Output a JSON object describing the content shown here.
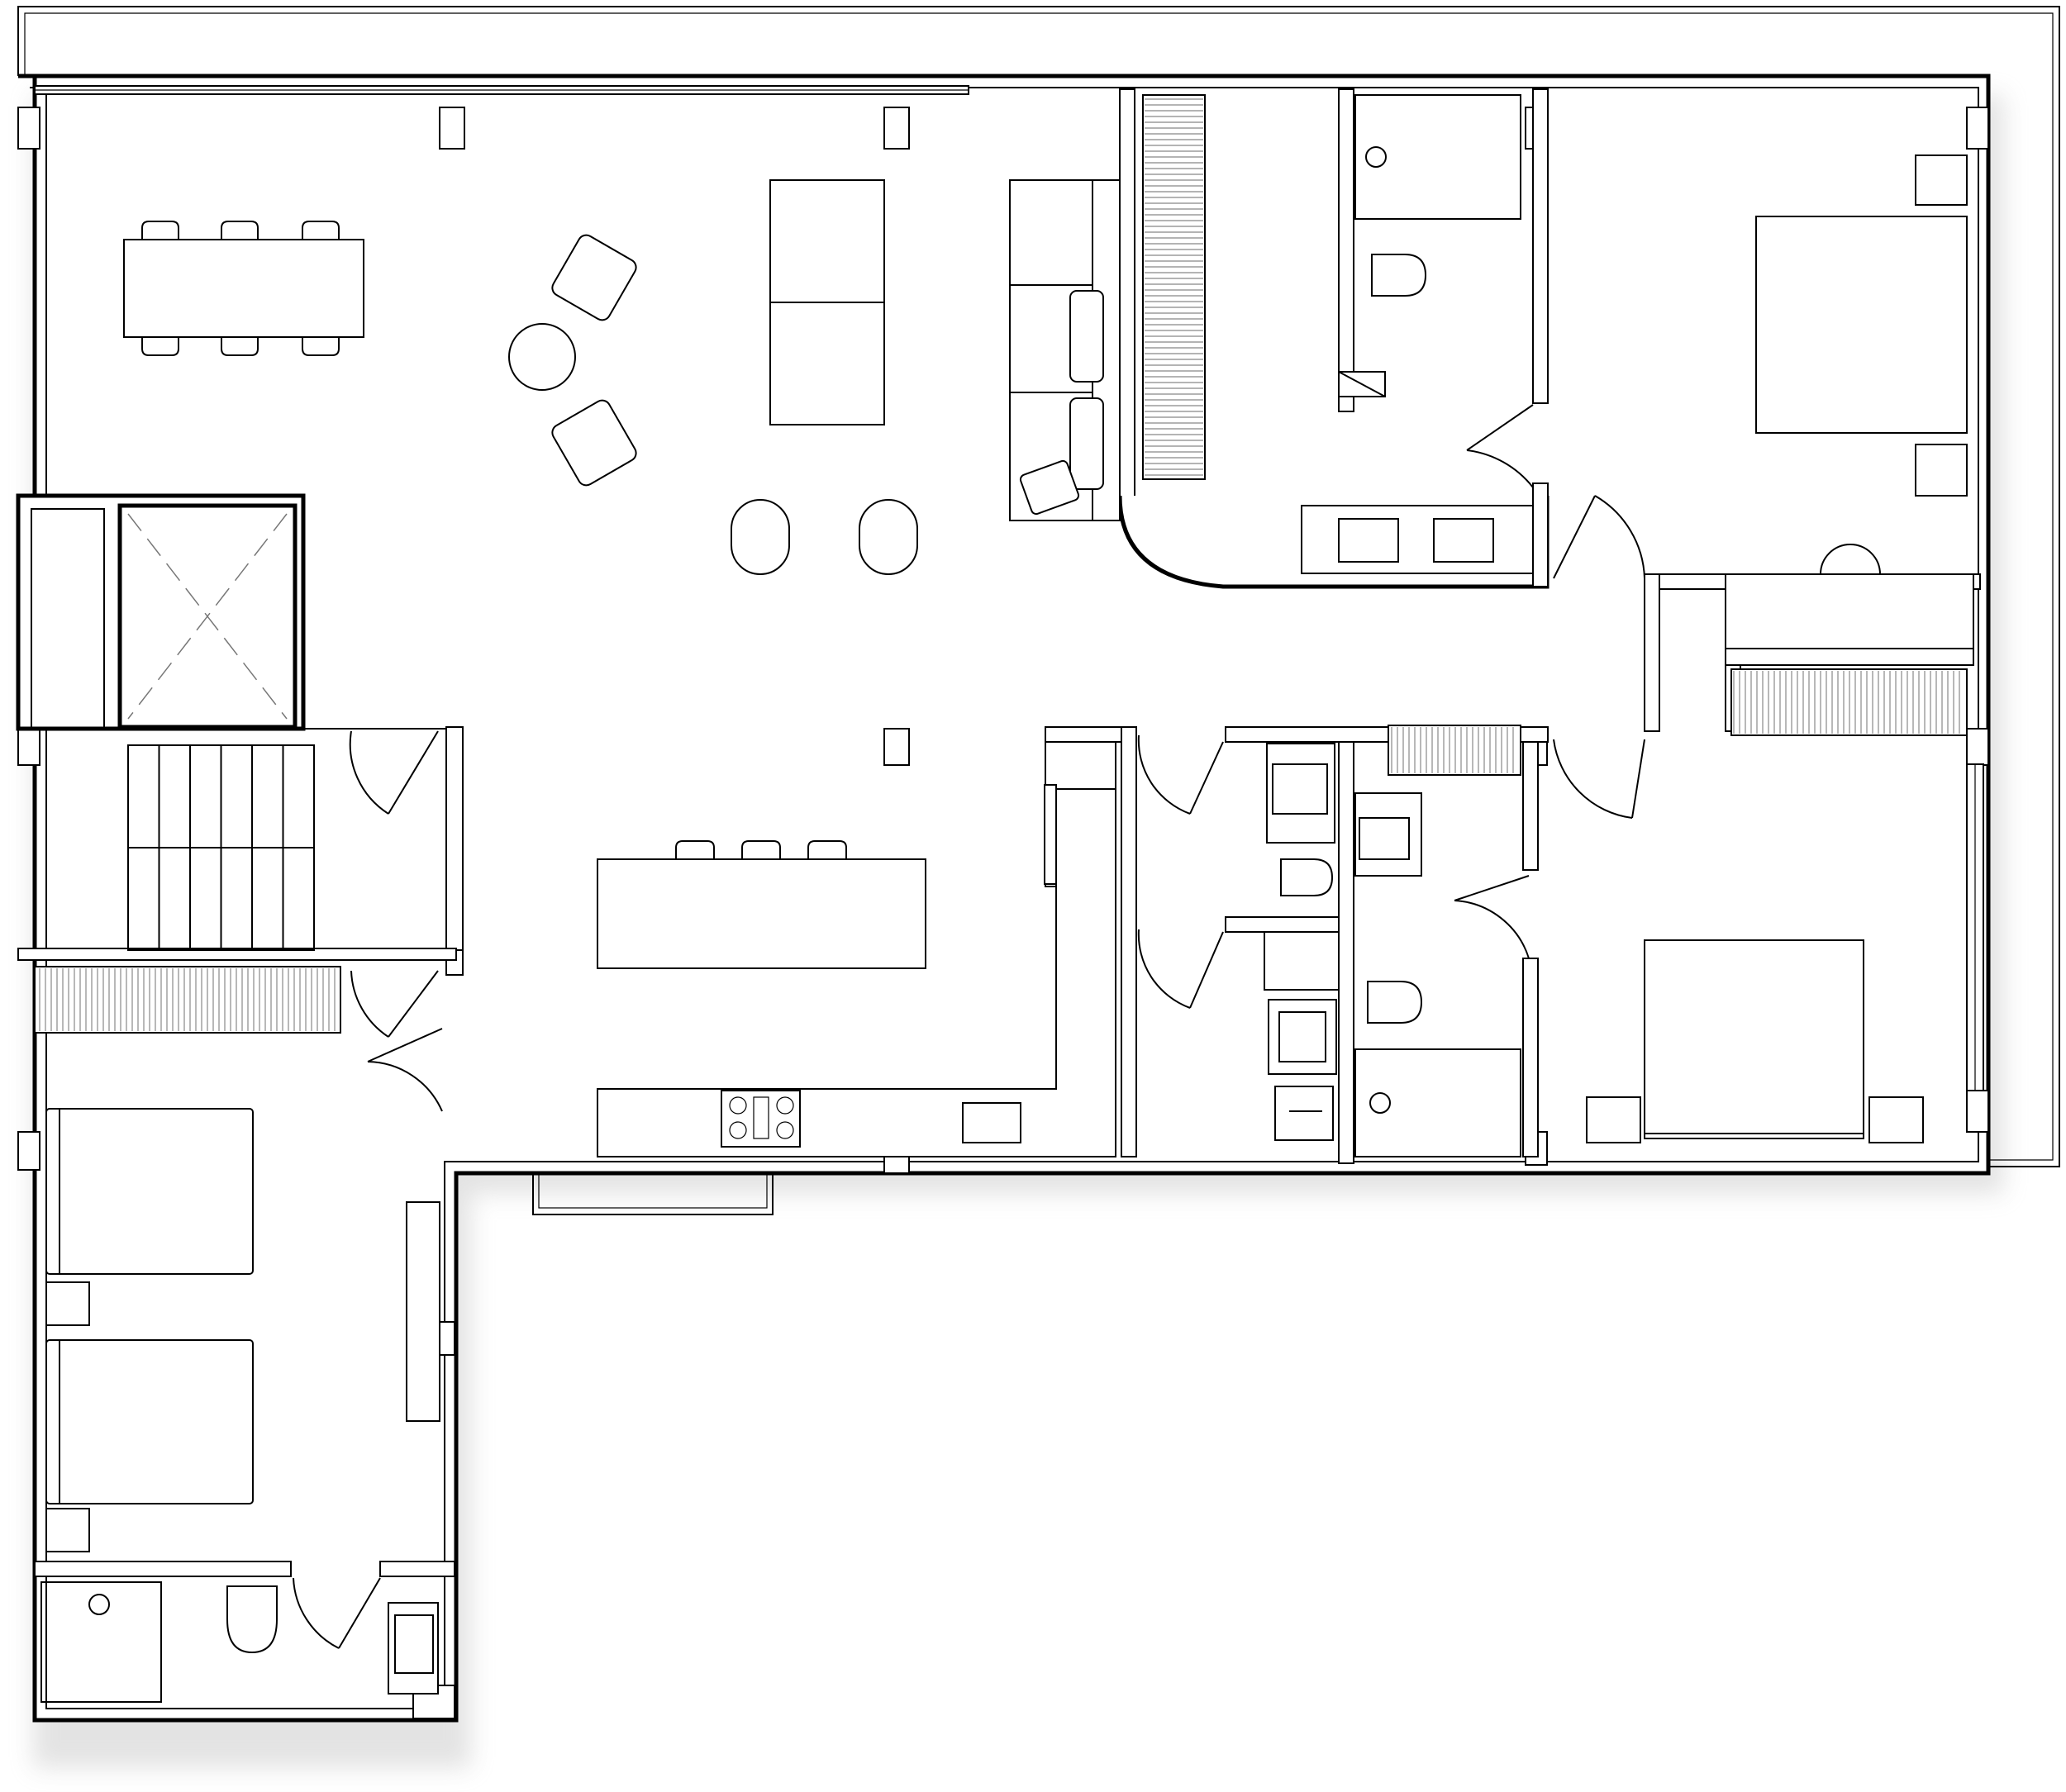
{
  "drawing": {
    "kind": "architectural floor plan",
    "line_color": "#000000",
    "background_color": "#ffffff",
    "shadow_color": "#c8c8c8"
  },
  "rooms": [
    {
      "name": "living-dining",
      "furniture": [
        "dining-table",
        "dining-chairs",
        "lounge-chairs",
        "round-side-table",
        "coffee-table",
        "sofa",
        "armchairs"
      ]
    },
    {
      "name": "kitchen",
      "furniture": [
        "kitchen-island",
        "bar-stools",
        "cooktop",
        "kitchen-sink",
        "tall-cabinet"
      ]
    },
    {
      "name": "stair-hall",
      "furniture": [
        "stairs",
        "elevator-shaft"
      ]
    },
    {
      "name": "bedroom-west",
      "furniture": [
        "bed",
        "bed",
        "nightstand",
        "wardrobe"
      ]
    },
    {
      "name": "bathroom-west",
      "furniture": [
        "shower",
        "toilet",
        "washbasin"
      ]
    },
    {
      "name": "bathroom-north",
      "furniture": [
        "shower",
        "toilet",
        "double-vanity"
      ]
    },
    {
      "name": "bedroom-northeast",
      "furniture": [
        "bed",
        "nightstands",
        "desk",
        "chair",
        "closet"
      ]
    },
    {
      "name": "bedroom-southeast",
      "furniture": [
        "bed",
        "nightstands",
        "closet"
      ]
    },
    {
      "name": "bathroom-southeast",
      "furniture": [
        "shower",
        "toilet",
        "washbasin"
      ]
    },
    {
      "name": "powder-room",
      "furniture": [
        "toilet",
        "washbasin"
      ]
    },
    {
      "name": "laundry",
      "furniture": [
        "washing-machine",
        "utility-sink"
      ]
    }
  ],
  "icons": [
    "bed-icon",
    "toilet-icon",
    "sink-icon",
    "shower-icon",
    "stove-icon",
    "chair-icon",
    "sofa-icon",
    "stairs-icon",
    "door-swing-icon"
  ]
}
